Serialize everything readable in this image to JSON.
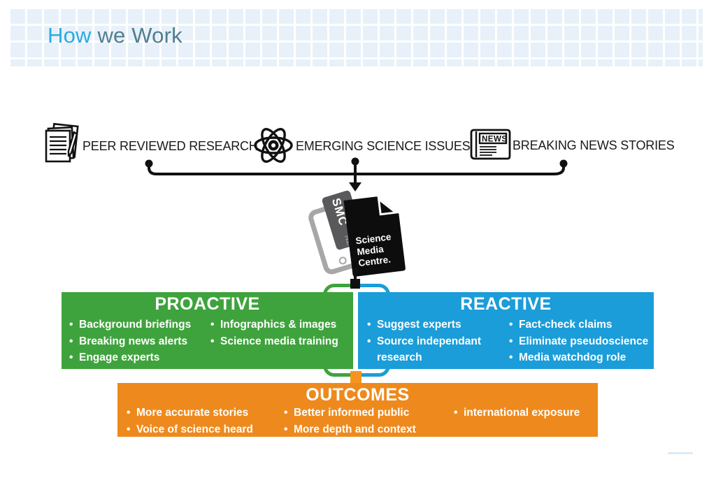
{
  "header": {
    "title_word1": "How",
    "title_rest": " we Work",
    "title_color_accent": "#2BAAE2",
    "title_color_rest": "#517E91",
    "tile_color": "#E8F1F9"
  },
  "sources": {
    "item1": {
      "label": "PEER REVIEWED RESEARCH",
      "icon": "papers-pen-icon"
    },
    "item2": {
      "label": "EMERGING SCIENCE ISSUES",
      "icon": "atom-icon"
    },
    "item3": {
      "label": "BREAKING NEWS STORIES",
      "icon": "newspaper-icon"
    }
  },
  "newspaper_icon_text": "NEWS",
  "logo": {
    "card_text": "SMC",
    "card_subtext": "NZ",
    "page_line1": "Science",
    "page_line2": "Media",
    "page_line3": "Centre."
  },
  "boxes": {
    "proactive": {
      "title": "PROACTIVE",
      "color": "#3FA33D",
      "col1": [
        "Background briefings",
        "Breaking news alerts",
        "Engage experts"
      ],
      "col2": [
        "Infographics & images",
        "Science media training"
      ]
    },
    "reactive": {
      "title": "REACTIVE",
      "color": "#1B9DD9",
      "col1": [
        "Suggest experts",
        "Source independant research"
      ],
      "col2": [
        "Fact-check claims",
        "Eliminate pseudoscience",
        "Media watchdog role"
      ]
    },
    "outcomes": {
      "title": "OUTCOMES",
      "color": "#EE8A1D",
      "col1": [
        "More accurate stories",
        "Voice of science heard"
      ],
      "col2": [
        "Better informed public",
        "More depth and context"
      ],
      "col3": [
        "international exposure"
      ]
    }
  },
  "connector_colors": {
    "arrow_black": "#111111",
    "outcome_square_orange": "#F7941E"
  }
}
